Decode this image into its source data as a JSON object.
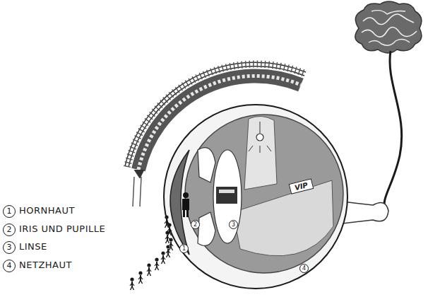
{
  "diagram": {
    "labels": [
      "1",
      "HORNHAUT",
      "2",
      "IRIS UND PUPILLE",
      "3",
      "LINSE",
      "4",
      "NETZHAUT",
      "VIP",
      "1",
      "2",
      "3",
      "4"
    ]
  }
}
